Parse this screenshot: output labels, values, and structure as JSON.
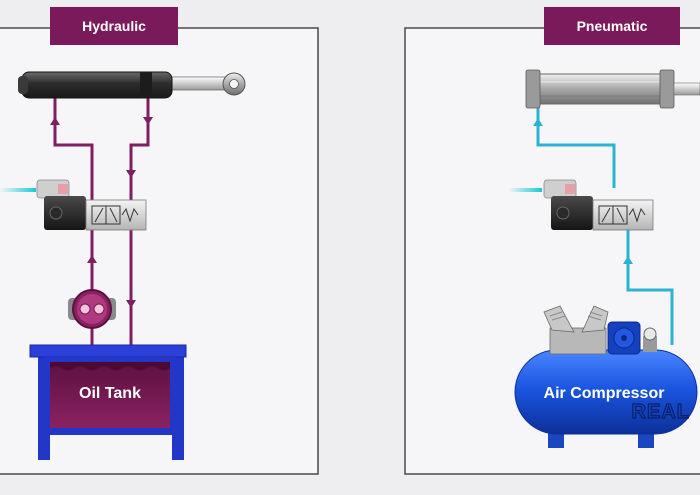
{
  "panels": {
    "hydraulic": {
      "title": "Hydraulic",
      "tank_label": "Oil Tank"
    },
    "pneumatic": {
      "title": "Pneumatic",
      "compressor_label": "Air Compressor"
    }
  },
  "watermark": "REAL",
  "colors": {
    "background": "#eeeef0",
    "panel_fill": "#f6f6f8",
    "panel_border": "#4a4a4a",
    "title_badge": "#7a1a5a",
    "hydraulic_line": "#7c1f63",
    "pneumatic_line": "#2cb3d4",
    "tank_blue": "#2236c8",
    "tank_oil": "#7a1a56",
    "compressor_blue": "#1a56e0",
    "signal_cyan": "#18c9d8"
  },
  "icons": [
    "hydraulic-cylinder-icon",
    "pneumatic-cylinder-icon",
    "solenoid-valve-icon",
    "pump-icon",
    "compressor-motor-icon"
  ]
}
